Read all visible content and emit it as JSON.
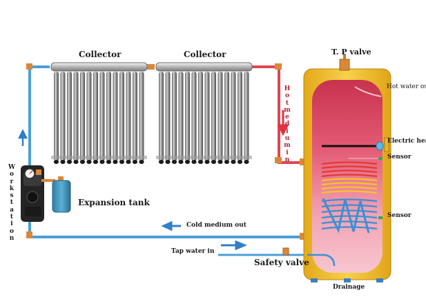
{
  "labels": {
    "collector_left": "Collector",
    "collector_right": "Collector",
    "tp_valve": "T. P valve",
    "hot_water_out": "Hot water out",
    "hot_medium": "Hot medium in",
    "electric_heat": "Electric heat",
    "sensor_top": "Sensor",
    "sensor_bottom": "Sensor",
    "work_station": "Work station",
    "expansion_tank": "Expansion tank",
    "cold_medium_out": "Cold medium out",
    "tap_water_in": "Tap water in",
    "safety_valve": "Safety valve",
    "drainage": "Drainage"
  },
  "colors": {
    "pipe_blue": "#4a9fd8",
    "pipe_red": "#e0454f",
    "pipe_copper": "#d9883a",
    "tank_casing": "#f2c231",
    "tank_inner": "#e25a73",
    "coil_red": "#e53935",
    "coil_yellow": "#f3c52a",
    "coil_blue": "#3a8fd6",
    "expansion_tank": "#3a8fb7",
    "arrow_blue": "#2f7fc8",
    "arrow_red": "#e0313f"
  },
  "icons": {
    "flow_arrow": "arrow-icon",
    "pressure_gauge": "gauge-icon",
    "valve": "valve-icon"
  }
}
